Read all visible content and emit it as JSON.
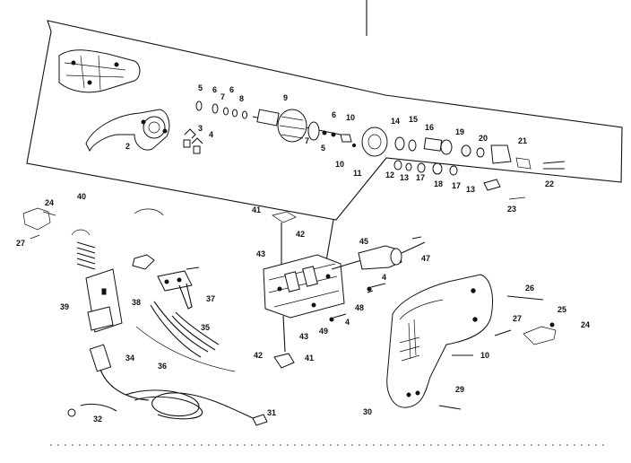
{
  "diagram": {
    "labels": [
      {
        "id": "lbl-2",
        "text": "2"
      },
      {
        "id": "lbl-3",
        "text": "3"
      },
      {
        "id": "lbl-4a",
        "text": "4"
      },
      {
        "id": "lbl-5a",
        "text": "5"
      },
      {
        "id": "lbl-6a",
        "text": "6"
      },
      {
        "id": "lbl-7a",
        "text": "7"
      },
      {
        "id": "lbl-6b",
        "text": "6"
      },
      {
        "id": "lbl-8",
        "text": "8"
      },
      {
        "id": "lbl-9",
        "text": "9"
      },
      {
        "id": "lbl-6c",
        "text": "6"
      },
      {
        "id": "lbl-10a",
        "text": "10"
      },
      {
        "id": "lbl-7b",
        "text": "7"
      },
      {
        "id": "lbl-5b",
        "text": "5"
      },
      {
        "id": "lbl-10b",
        "text": "10"
      },
      {
        "id": "lbl-11",
        "text": "11"
      },
      {
        "id": "lbl-14",
        "text": "14"
      },
      {
        "id": "lbl-15",
        "text": "15"
      },
      {
        "id": "lbl-16",
        "text": "16"
      },
      {
        "id": "lbl-19",
        "text": "19"
      },
      {
        "id": "lbl-20",
        "text": "20"
      },
      {
        "id": "lbl-21",
        "text": "21"
      },
      {
        "id": "lbl-12",
        "text": "12"
      },
      {
        "id": "lbl-13a",
        "text": "13"
      },
      {
        "id": "lbl-17a",
        "text": "17"
      },
      {
        "id": "lbl-18",
        "text": "18"
      },
      {
        "id": "lbl-17b",
        "text": "17"
      },
      {
        "id": "lbl-13b",
        "text": "13"
      },
      {
        "id": "lbl-22",
        "text": "22"
      },
      {
        "id": "lbl-23",
        "text": "23"
      },
      {
        "id": "lbl-24a",
        "text": "24"
      },
      {
        "id": "lbl-40",
        "text": "40"
      },
      {
        "id": "lbl-27a",
        "text": "27"
      },
      {
        "id": "lbl-41a",
        "text": "41"
      },
      {
        "id": "lbl-42a",
        "text": "42"
      },
      {
        "id": "lbl-43a",
        "text": "43"
      },
      {
        "id": "lbl-45",
        "text": "45"
      },
      {
        "id": "lbl-47",
        "text": "47"
      },
      {
        "id": "lbl-4b",
        "text": "4"
      },
      {
        "id": "lbl-48",
        "text": "48"
      },
      {
        "id": "lbl-4c",
        "text": "4"
      },
      {
        "id": "lbl-43b",
        "text": "43"
      },
      {
        "id": "lbl-49",
        "text": "49"
      },
      {
        "id": "lbl-42b",
        "text": "42"
      },
      {
        "id": "lbl-41b",
        "text": "41"
      },
      {
        "id": "lbl-39",
        "text": "39"
      },
      {
        "id": "lbl-38",
        "text": "38"
      },
      {
        "id": "lbl-37",
        "text": "37"
      },
      {
        "id": "lbl-35",
        "text": "35"
      },
      {
        "id": "lbl-36",
        "text": "36"
      },
      {
        "id": "lbl-34",
        "text": "34"
      },
      {
        "id": "lbl-32",
        "text": "32"
      },
      {
        "id": "lbl-31",
        "text": "31"
      },
      {
        "id": "lbl-26",
        "text": "26"
      },
      {
        "id": "lbl-25",
        "text": "25"
      },
      {
        "id": "lbl-24b",
        "text": "24"
      },
      {
        "id": "lbl-27b",
        "text": "27"
      },
      {
        "id": "lbl-10c",
        "text": "10"
      },
      {
        "id": "lbl-29",
        "text": "29"
      },
      {
        "id": "lbl-30",
        "text": "30"
      }
    ]
  }
}
